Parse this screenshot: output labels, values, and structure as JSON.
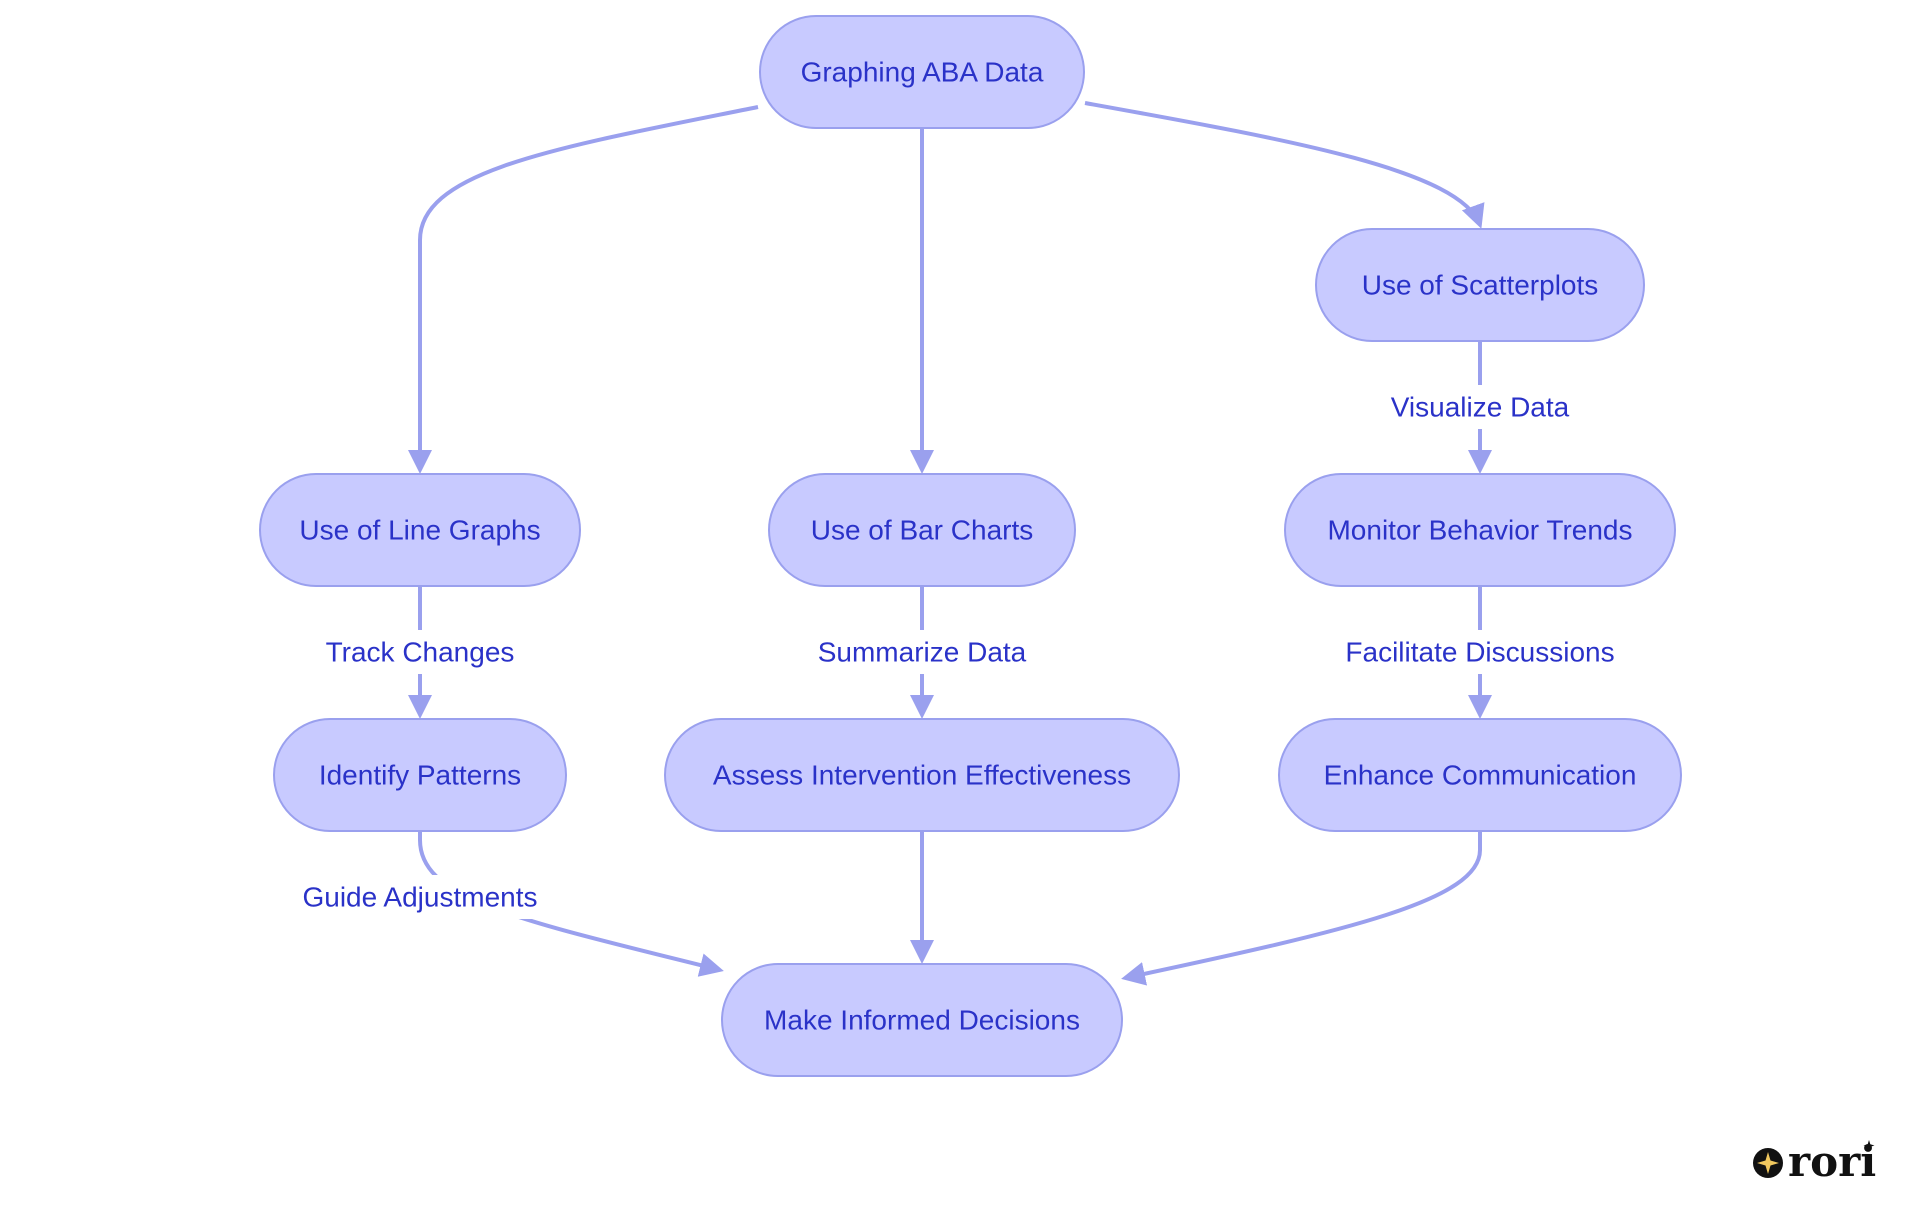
{
  "diagram": {
    "nodes": {
      "root": "Graphing ABA Data",
      "line_graphs": "Use of Line Graphs",
      "bar_charts": "Use of Bar Charts",
      "scatterplots": "Use of Scatterplots",
      "monitor_trends": "Monitor Behavior Trends",
      "identify_patterns": "Identify Patterns",
      "assess_effectiveness": "Assess Intervention Effectiveness",
      "enhance_communication": "Enhance Communication",
      "make_decisions": "Make Informed Decisions"
    },
    "edges": {
      "visualize_data": "Visualize Data",
      "track_changes": "Track Changes",
      "summarize_data": "Summarize Data",
      "facilitate_discussions": "Facilitate Discussions",
      "guide_adjustments": "Guide Adjustments"
    }
  },
  "colors": {
    "node_fill": "#c8caff",
    "node_stroke": "#9aa0ee",
    "edge": "#9aa0ee",
    "text": "#2a32c8"
  },
  "logo": {
    "text": "rori",
    "icon": "sparkle-icon"
  }
}
